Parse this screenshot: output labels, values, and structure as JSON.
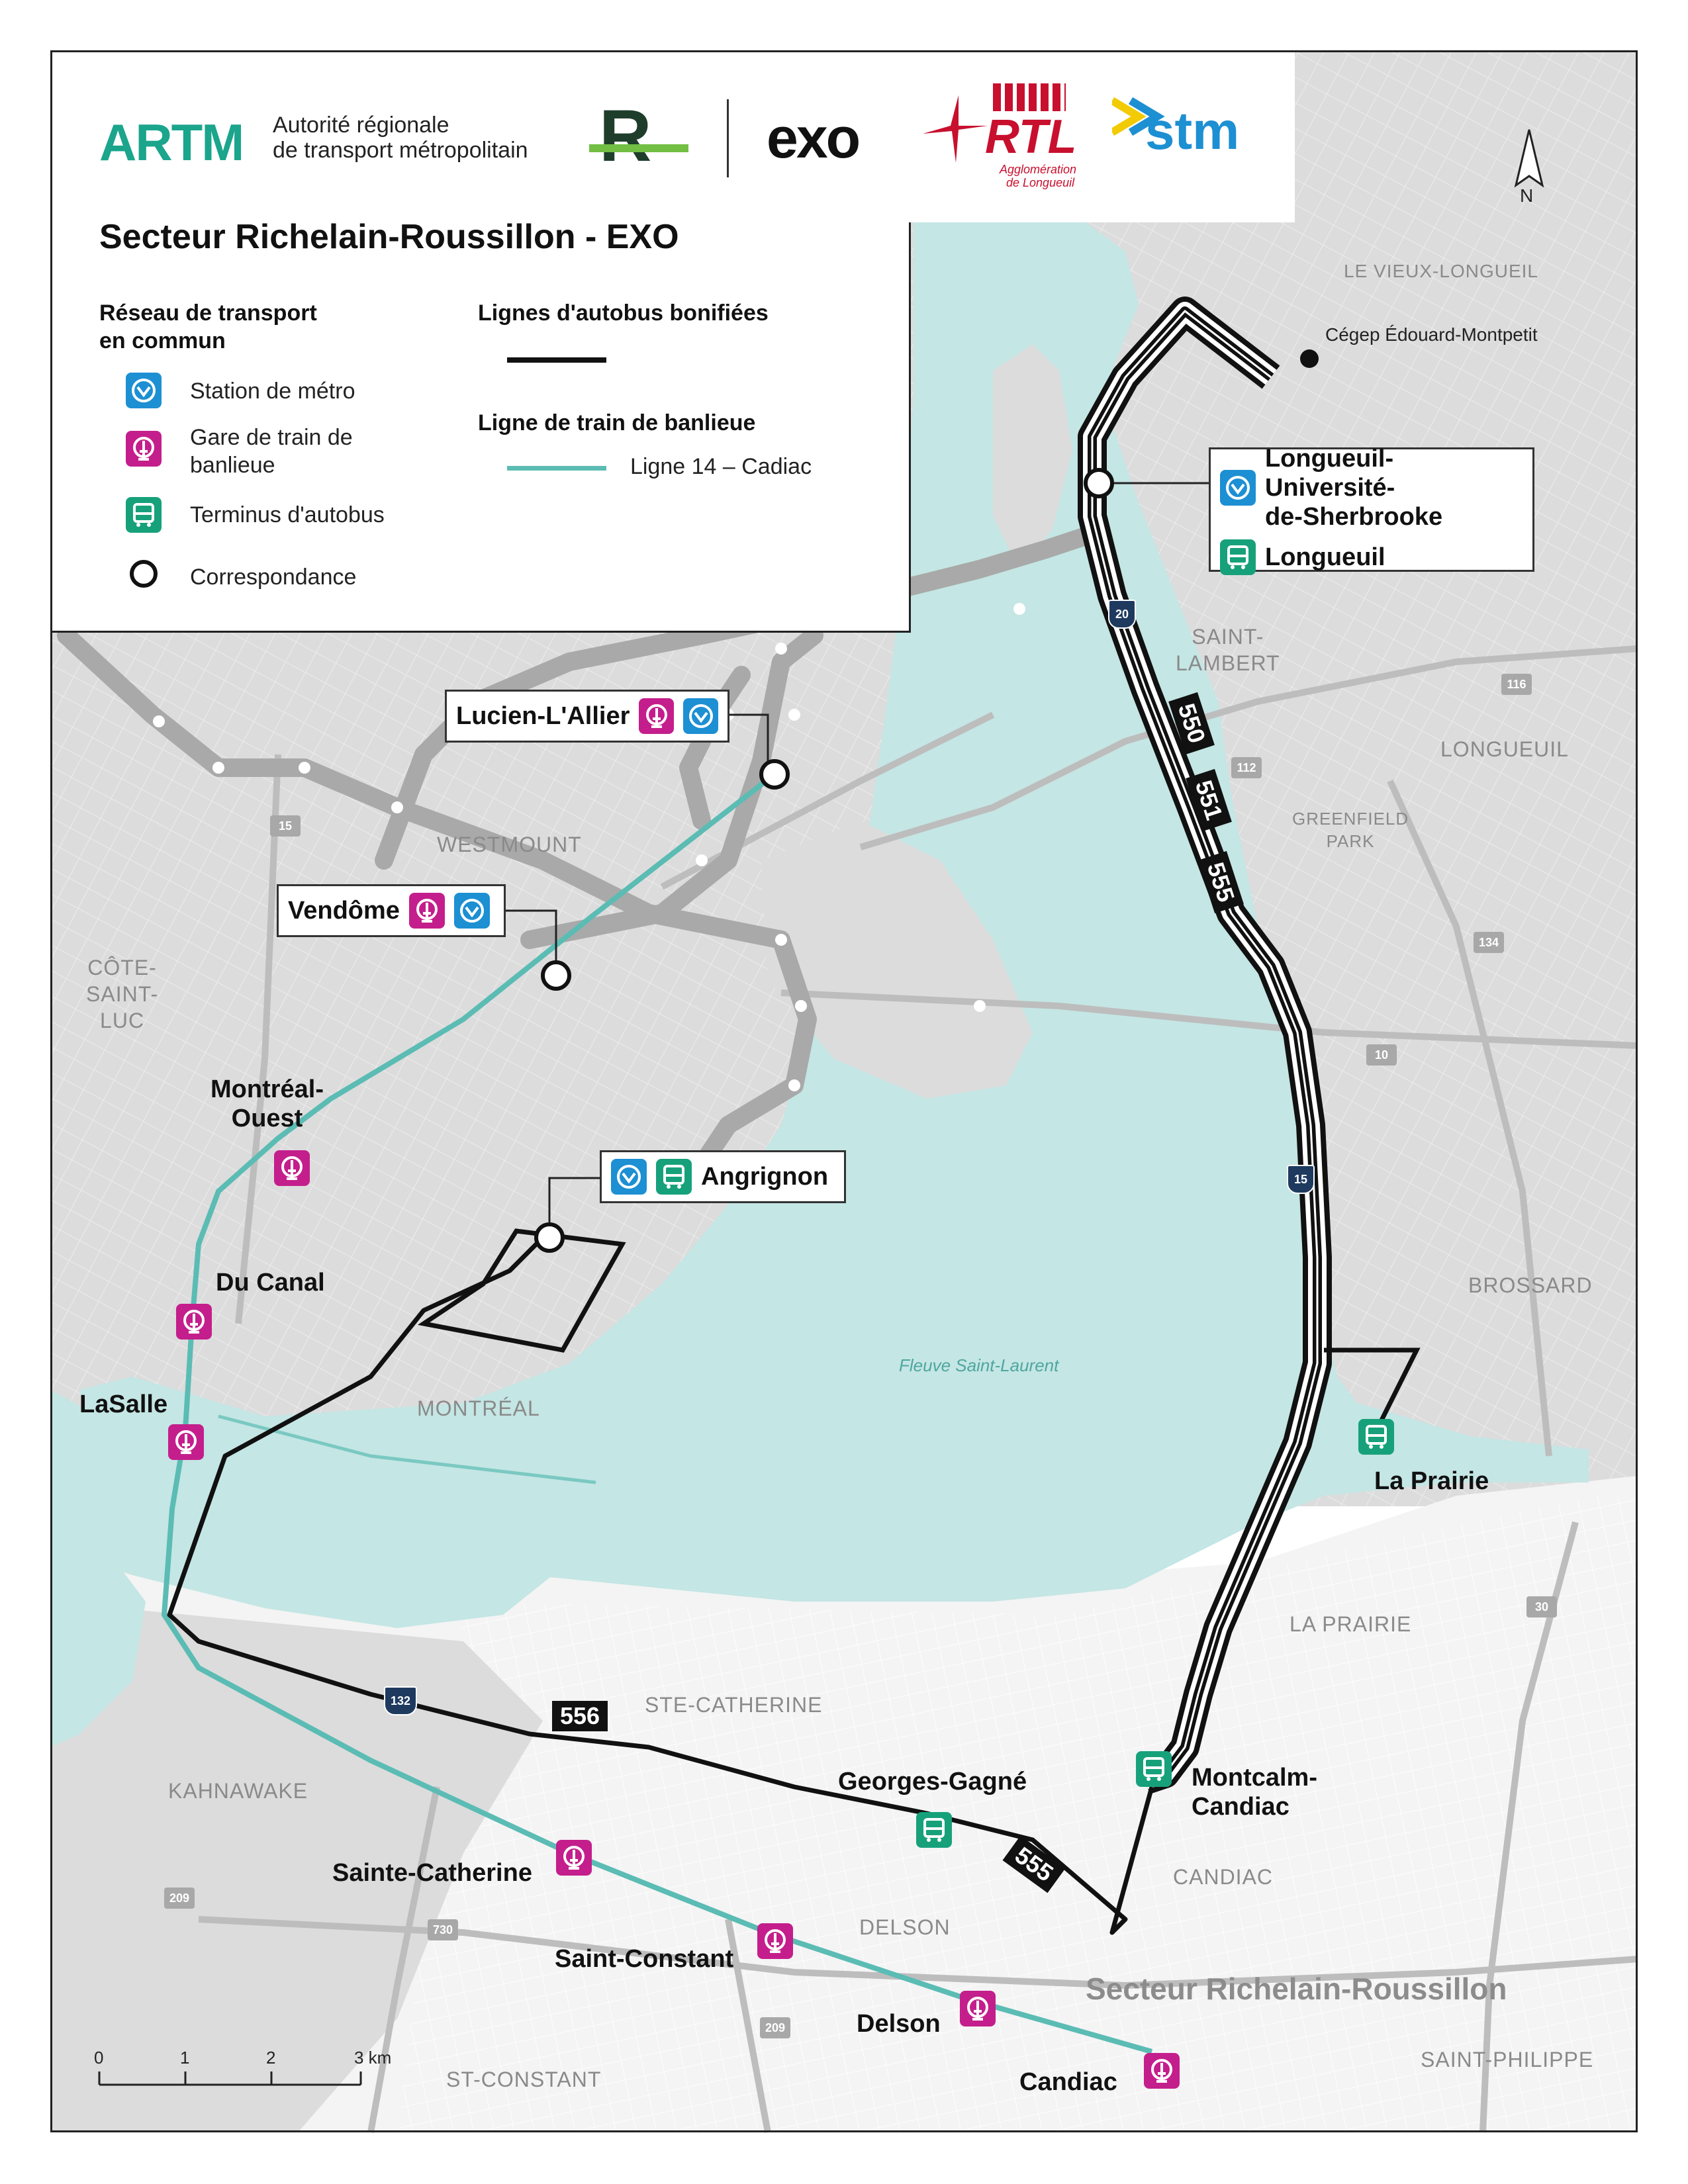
{
  "header": {
    "artm_name": "ARTM",
    "artm_line1": "Autorité régionale",
    "artm_line2": "de transport métropolitain",
    "logo_r": "R",
    "logo_exo": "exo",
    "logo_rtl": "RTL",
    "logo_rtl_sub1": "Agglomération",
    "logo_rtl_sub2": "de Longueuil",
    "logo_stm": "stm",
    "north": "N"
  },
  "title": "Secteur Richelain-Roussillon - EXO",
  "legend": {
    "network_heading": "Réseau de transport\nen commun",
    "metro": "Station de métro",
    "train": "Gare de train de\nbanlieue",
    "bus_terminal": "Terminus d'autobus",
    "correspondance": "Correspondance",
    "bus_heading": "Lignes d'autobus bonifiées",
    "train_heading": "Ligne de train de banlieue",
    "train_line": "Ligne 14 – Cadiac"
  },
  "stations": {
    "longueuil_metro": "Longueuil-Université-\nde-Sherbrooke",
    "longueuil_bus": "Longueuil",
    "lucien": "Lucien-L'Allier",
    "vendome": "Vendôme",
    "angrignon": "Angrignon",
    "montreal_ouest": "Montréal-\nOuest",
    "du_canal": "Du Canal",
    "lasalle": "LaSalle",
    "la_prairie": "La Prairie",
    "montcalm": "Montcalm-\nCandiac",
    "georges": "Georges-Gagné",
    "sainte_catherine": "Sainte-Catherine",
    "saint_constant": "Saint-Constant",
    "delson": "Delson",
    "candiac": "Candiac",
    "cegep": "Cégep Édouard-Montpetit"
  },
  "places": {
    "vieux_longueuil": "LE VIEUX-LONGUEIL",
    "saint_lambert": "SAINT-\nLAMBERT",
    "longueuil": "LONGUEUIL",
    "greenfield": "GREENFIELD\nPARK",
    "westmount": "WESTMOUNT",
    "cote_saint_luc": "CÔTE-\nSAINT-\nLUC",
    "montreal": "MONTRÉAL",
    "brossard": "BROSSARD",
    "la_prairie": "LA PRAIRIE",
    "ste_catherine": "STE-CATHERINE",
    "kahnawake": "KAHNAWAKE",
    "delson": "DELSON",
    "candiac": "CANDIAC",
    "st_constant": "ST-CONSTANT",
    "saint_philippe": "SAINT-PHILIPPE",
    "river": "Fleuve Saint-Laurent",
    "sector": "Secteur Richelain-Roussillon"
  },
  "routes": {
    "r550": "550",
    "r551": "551",
    "r555a": "555",
    "r555b": "555",
    "r556": "556"
  },
  "highways": {
    "h20": "20",
    "h15a": "15",
    "h15b": "15",
    "h132": "132",
    "h116": "116",
    "h112": "112",
    "h134": "134",
    "h10": "10",
    "h30": "30",
    "h209a": "209",
    "h209b": "209",
    "h730": "730"
  },
  "scale": {
    "t0": "0",
    "t1": "1",
    "t2": "2",
    "t3": "3 km"
  },
  "colors": {
    "water": "#c4e6e4",
    "land": "#dcdcdc",
    "land_south": "#f4f4f4",
    "metro_line": "#a9a9a9",
    "train_line": "#5bbcb4",
    "bus_line": "#111111",
    "metro_icon": "#1d8fd3",
    "train_icon": "#c41e8c",
    "bus_icon": "#17a17b",
    "artm": "#1aa58c",
    "rtl": "#c8102e",
    "stm": "#1d8fd3"
  }
}
